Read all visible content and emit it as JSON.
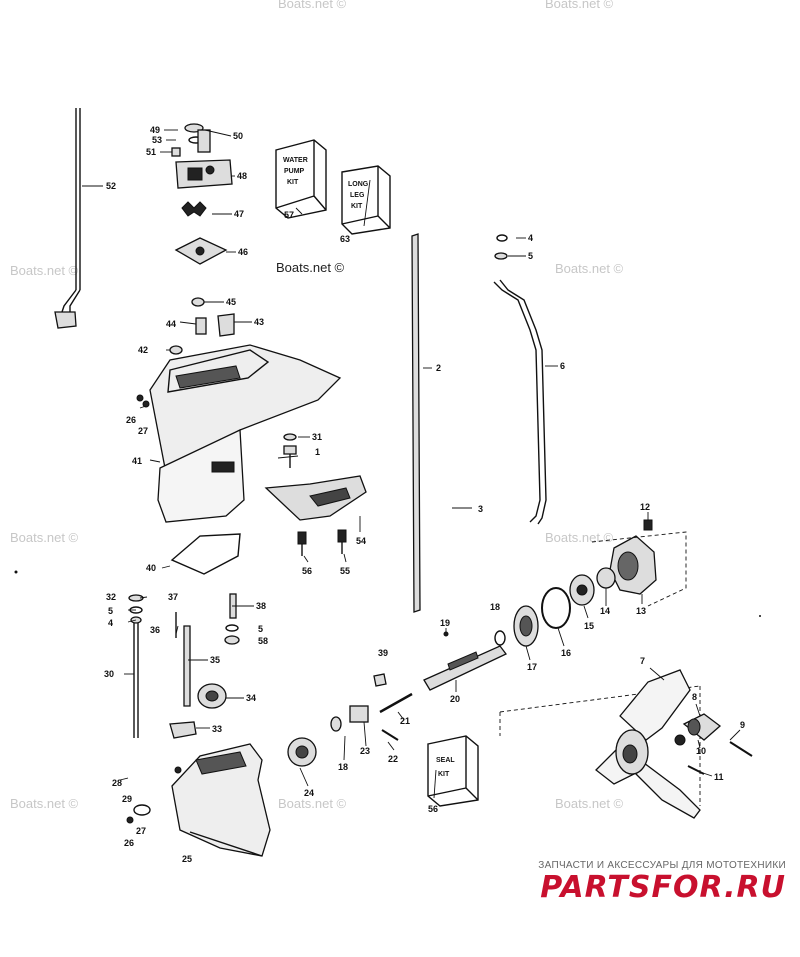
{
  "callouts": [
    "1",
    "2",
    "3",
    "4",
    "5",
    "6",
    "7",
    "8",
    "9",
    "10",
    "11",
    "12",
    "13",
    "14",
    "15",
    "16",
    "17",
    "18",
    "19",
    "20",
    "21",
    "22",
    "23",
    "24",
    "25",
    "26",
    "27",
    "28",
    "29",
    "30",
    "31",
    "32",
    "33",
    "34",
    "35",
    "36",
    "37",
    "38",
    "39",
    "40",
    "41",
    "42",
    "43",
    "44",
    "45",
    "46",
    "47",
    "48",
    "49",
    "50",
    "51",
    "52",
    "53",
    "54",
    "55",
    "56",
    "57",
    "58",
    "63"
  ],
  "kits": {
    "water_pump": [
      "WATER",
      "PUMP",
      "KIT"
    ],
    "long_leg": [
      "LONG",
      "LEG",
      "KIT"
    ],
    "seal": [
      "SEAL",
      "KIT"
    ]
  },
  "watermark": "Boats.net ©",
  "brand": {
    "tagline": "ЗАПЧАСТИ И АКСЕССУАРЫ ДЛЯ МОТОТЕХНИКИ",
    "logo": "PARTSFOR.RU",
    "color": "#c8102e"
  }
}
